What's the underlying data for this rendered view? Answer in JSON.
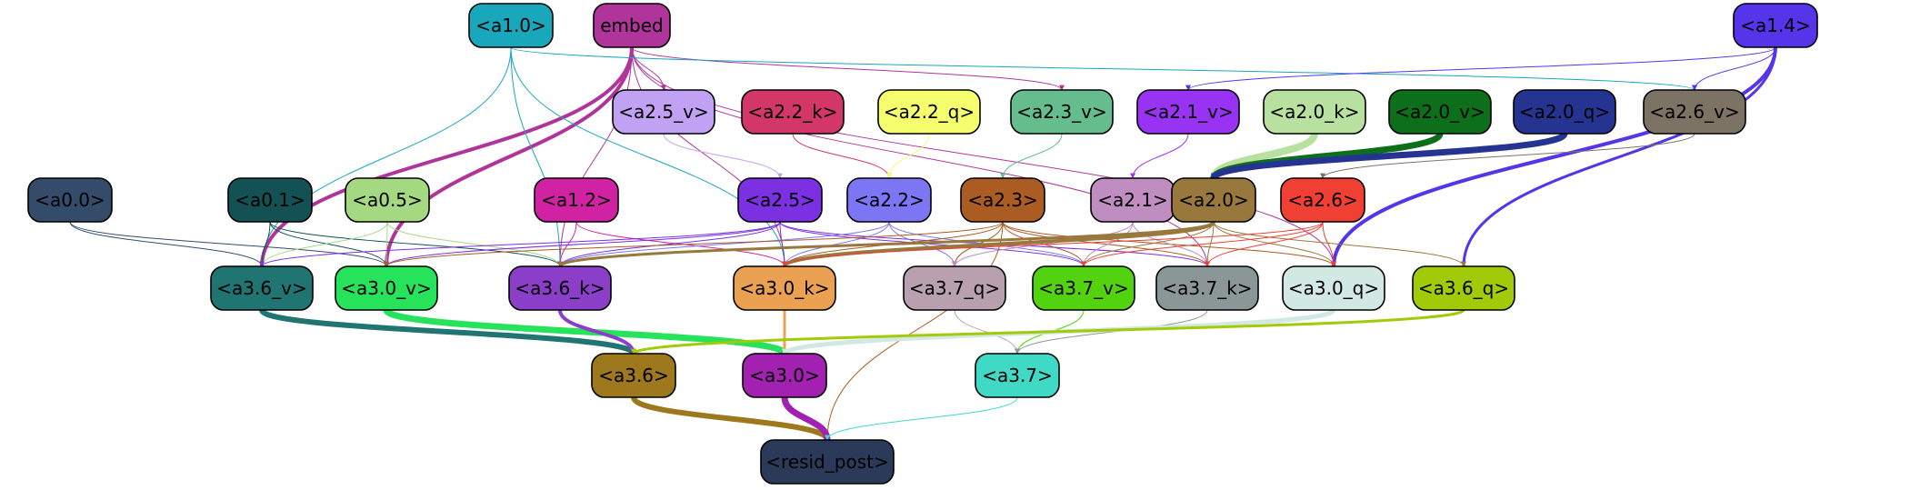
{
  "graph": {
    "nodes": [
      {
        "id": "a1_0",
        "label": "<a1.0>",
        "color": "#18a7bb",
        "text": "#000000"
      },
      {
        "id": "embed",
        "label": "embed",
        "color": "#b0359b",
        "text": "#000000"
      },
      {
        "id": "a1_4",
        "label": "<a1.4>",
        "color": "#5535e9",
        "text": "#000000"
      },
      {
        "id": "a2_5_v",
        "label": "<a2.5_v>",
        "color": "#c1a1f3",
        "text": "#000000"
      },
      {
        "id": "a2_2_k",
        "label": "<a2.2_k>",
        "color": "#d33767",
        "text": "#000000"
      },
      {
        "id": "a2_2_q",
        "label": "<a2.2_q>",
        "color": "#f5fe6c",
        "text": "#000000"
      },
      {
        "id": "a2_3_v",
        "label": "<a2.3_v>",
        "color": "#65bc8d",
        "text": "#000000"
      },
      {
        "id": "a2_1_v",
        "label": "<a2.1_v>",
        "color": "#9833f3",
        "text": "#000000"
      },
      {
        "id": "a2_0_k",
        "label": "<a2.0_k>",
        "color": "#b8e1a0",
        "text": "#000000"
      },
      {
        "id": "a2_0_v",
        "label": "<a2.0_v>",
        "color": "#0d6f1a",
        "text": "#000000"
      },
      {
        "id": "a2_0_q",
        "label": "<a2.0_q>",
        "color": "#263491",
        "text": "#000000"
      },
      {
        "id": "a2_6_v",
        "label": "<a2.6_v>",
        "color": "#7c7365",
        "text": "#000000"
      },
      {
        "id": "a0_0",
        "label": "<a0.0>",
        "color": "#344c69",
        "text": "#000000"
      },
      {
        "id": "a0_1",
        "label": "<a0.1>",
        "color": "#135155",
        "text": "#000000"
      },
      {
        "id": "a0_5",
        "label": "<a0.5>",
        "color": "#a4d982",
        "text": "#000000"
      },
      {
        "id": "a1_2",
        "label": "<a1.2>",
        "color": "#d222a4",
        "text": "#000000"
      },
      {
        "id": "a2_5",
        "label": "<a2.5>",
        "color": "#7b31e2",
        "text": "#000000"
      },
      {
        "id": "a2_2",
        "label": "<a2.2>",
        "color": "#7c76f4",
        "text": "#000000"
      },
      {
        "id": "a2_3",
        "label": "<a2.3>",
        "color": "#aa5c23",
        "text": "#000000"
      },
      {
        "id": "a2_1",
        "label": "<a2.1>",
        "color": "#bf8dbf",
        "text": "#000000"
      },
      {
        "id": "a2_0",
        "label": "<a2.0>",
        "color": "#98783c",
        "text": "#000000"
      },
      {
        "id": "a2_6",
        "label": "<a2.6>",
        "color": "#ef4033",
        "text": "#000000"
      },
      {
        "id": "a3_6_v",
        "label": "<a3.6_v>",
        "color": "#207472",
        "text": "#000000"
      },
      {
        "id": "a3_0_v",
        "label": "<a3.0_v>",
        "color": "#27e35b",
        "text": "#000000"
      },
      {
        "id": "a3_6_k",
        "label": "<a3.6_k>",
        "color": "#8b3ec8",
        "text": "#000000"
      },
      {
        "id": "a3_0_k",
        "label": "<a3.0_k>",
        "color": "#eba152",
        "text": "#000000"
      },
      {
        "id": "a3_7_q",
        "label": "<a3.7_q>",
        "color": "#b9a0ae",
        "text": "#000000"
      },
      {
        "id": "a3_7_v",
        "label": "<a3.7_v>",
        "color": "#53d310",
        "text": "#000000"
      },
      {
        "id": "a3_7_k",
        "label": "<a3.7_k>",
        "color": "#8b9696",
        "text": "#000000"
      },
      {
        "id": "a3_0_q",
        "label": "<a3.0_q>",
        "color": "#d2e8e2",
        "text": "#000000"
      },
      {
        "id": "a3_6_q",
        "label": "<a3.6_q>",
        "color": "#a1cb08",
        "text": "#000000"
      },
      {
        "id": "a3_6",
        "label": "<a3.6>",
        "color": "#9d781c",
        "text": "#000000"
      },
      {
        "id": "a3_0",
        "label": "<a3.0>",
        "color": "#a321b0",
        "text": "#000000"
      },
      {
        "id": "a3_7",
        "label": "<a3.7>",
        "color": "#3fd9c5",
        "text": "#000000"
      },
      {
        "id": "resid_post",
        "label": "<resid_post>",
        "color": "#2c3a59",
        "text": "#000000"
      }
    ],
    "edges": [
      {
        "from": "embed",
        "to": "a3_6_v",
        "color": "#b0359b",
        "weight": 4
      },
      {
        "from": "embed",
        "to": "a3_0_v",
        "color": "#b0359b",
        "weight": 4
      },
      {
        "from": "embed",
        "to": "a3_6_k",
        "color": "#b0359b",
        "weight": 1
      },
      {
        "from": "embed",
        "to": "a3_0_k",
        "color": "#b0359b",
        "weight": 1
      },
      {
        "from": "embed",
        "to": "a2_5_v",
        "color": "#b0359b",
        "weight": 1
      },
      {
        "from": "embed",
        "to": "a2_3_v",
        "color": "#b0359b",
        "weight": 1
      },
      {
        "from": "embed",
        "to": "a3_7_k",
        "color": "#b0359b",
        "weight": 1
      },
      {
        "from": "embed",
        "to": "a3_0_q",
        "color": "#b0359b",
        "weight": 1
      },
      {
        "from": "a1_0",
        "to": "a3_6_v",
        "color": "#18a7bb",
        "weight": 1
      },
      {
        "from": "a1_0",
        "to": "a3_6_k",
        "color": "#18a7bb",
        "weight": 1
      },
      {
        "from": "a1_0",
        "to": "a3_0_k",
        "color": "#18a7bb",
        "weight": 1
      },
      {
        "from": "a1_0",
        "to": "a2_6_v",
        "color": "#18a7bb",
        "weight": 1
      },
      {
        "from": "a1_4",
        "to": "a3_0_q",
        "color": "#5535e9",
        "weight": 4
      },
      {
        "from": "a1_4",
        "to": "a3_6_q",
        "color": "#5535e9",
        "weight": 3
      },
      {
        "from": "a1_4",
        "to": "a2_6_v",
        "color": "#5535e9",
        "weight": 1
      },
      {
        "from": "a1_4",
        "to": "a2_1_v",
        "color": "#5535e9",
        "weight": 1
      },
      {
        "from": "a2_5_v",
        "to": "a2_5",
        "color": "#c1a1f3",
        "weight": 1
      },
      {
        "from": "a2_2_k",
        "to": "a2_2",
        "color": "#d33767",
        "weight": 1
      },
      {
        "from": "a2_2_q",
        "to": "a2_2",
        "color": "#f5fe6c",
        "weight": 1
      },
      {
        "from": "a2_3_v",
        "to": "a2_3",
        "color": "#65bc8d",
        "weight": 1
      },
      {
        "from": "a2_1_v",
        "to": "a2_1",
        "color": "#9833f3",
        "weight": 1
      },
      {
        "from": "a2_0_k",
        "to": "a2_0",
        "color": "#b8e1a0",
        "weight": 8
      },
      {
        "from": "a2_0_v",
        "to": "a2_0",
        "color": "#0d6f1a",
        "weight": 7
      },
      {
        "from": "a2_0_q",
        "to": "a2_0",
        "color": "#263491",
        "weight": 7
      },
      {
        "from": "a2_6_v",
        "to": "a2_6",
        "color": "#7c7365",
        "weight": 1
      },
      {
        "from": "a0_0",
        "to": "a3_6_v",
        "color": "#344c69",
        "weight": 1
      },
      {
        "from": "a0_0",
        "to": "a3_0_v",
        "color": "#344c69",
        "weight": 1
      },
      {
        "from": "a0_1",
        "to": "a3_6_v",
        "color": "#135155",
        "weight": 1
      },
      {
        "from": "a0_1",
        "to": "a3_0_v",
        "color": "#135155",
        "weight": 1
      },
      {
        "from": "a0_1",
        "to": "a3_6_k",
        "color": "#135155",
        "weight": 1
      },
      {
        "from": "a0_5",
        "to": "a3_6_v",
        "color": "#a4d982",
        "weight": 1
      },
      {
        "from": "a0_5",
        "to": "a3_0_v",
        "color": "#a4d982",
        "weight": 1
      },
      {
        "from": "a0_5",
        "to": "a3_6_k",
        "color": "#a4d982",
        "weight": 1
      },
      {
        "from": "a1_2",
        "to": "a3_6_k",
        "color": "#d222a4",
        "weight": 1
      },
      {
        "from": "a1_2",
        "to": "a3_0_k",
        "color": "#d222a4",
        "weight": 1
      },
      {
        "from": "a2_5",
        "to": "a3_6_v",
        "color": "#7b31e2",
        "weight": 1
      },
      {
        "from": "a2_5",
        "to": "a3_0_v",
        "color": "#7b31e2",
        "weight": 1
      },
      {
        "from": "a2_5",
        "to": "a3_6_k",
        "color": "#7b31e2",
        "weight": 1
      },
      {
        "from": "a2_5",
        "to": "a3_0_k",
        "color": "#7b31e2",
        "weight": 1
      },
      {
        "from": "a2_5",
        "to": "a3_7_v",
        "color": "#7b31e2",
        "weight": 1
      },
      {
        "from": "a2_5",
        "to": "a3_7_k",
        "color": "#7b31e2",
        "weight": 1
      },
      {
        "from": "a2_2",
        "to": "a3_6_k",
        "color": "#7c76f4",
        "weight": 1
      },
      {
        "from": "a2_2",
        "to": "a3_0_k",
        "color": "#7c76f4",
        "weight": 1
      },
      {
        "from": "a2_2",
        "to": "a3_7_q",
        "color": "#7c76f4",
        "weight": 1
      },
      {
        "from": "a2_2",
        "to": "a3_7_v",
        "color": "#7c76f4",
        "weight": 1
      },
      {
        "from": "a2_3",
        "to": "a3_0_v",
        "color": "#aa5c23",
        "weight": 1
      },
      {
        "from": "a2_3",
        "to": "a3_0_k",
        "color": "#aa5c23",
        "weight": 1
      },
      {
        "from": "a2_3",
        "to": "a3_7_q",
        "color": "#aa5c23",
        "weight": 1
      },
      {
        "from": "a2_3",
        "to": "a3_7_v",
        "color": "#aa5c23",
        "weight": 1
      },
      {
        "from": "a2_3",
        "to": "a3_7_k",
        "color": "#aa5c23",
        "weight": 1
      },
      {
        "from": "a2_3",
        "to": "a3_0_q",
        "color": "#aa5c23",
        "weight": 1
      },
      {
        "from": "a2_3",
        "to": "resid_post",
        "color": "#aa5c23",
        "weight": 1
      },
      {
        "from": "a2_1",
        "to": "a3_7_q",
        "color": "#bf8dbf",
        "weight": 1
      },
      {
        "from": "a2_1",
        "to": "a3_7_v",
        "color": "#bf8dbf",
        "weight": 1
      },
      {
        "from": "a2_1",
        "to": "a3_7_k",
        "color": "#bf8dbf",
        "weight": 1
      },
      {
        "from": "a2_0",
        "to": "a3_6_k",
        "color": "#98783c",
        "weight": 3
      },
      {
        "from": "a2_0",
        "to": "a3_0_k",
        "color": "#98783c",
        "weight": 4
      },
      {
        "from": "a2_0",
        "to": "a3_7_v",
        "color": "#98783c",
        "weight": 1
      },
      {
        "from": "a2_0",
        "to": "a3_7_k",
        "color": "#98783c",
        "weight": 1
      },
      {
        "from": "a2_0",
        "to": "a3_0_q",
        "color": "#98783c",
        "weight": 1
      },
      {
        "from": "a2_0",
        "to": "a3_6_q",
        "color": "#98783c",
        "weight": 1
      },
      {
        "from": "a2_6",
        "to": "a3_0_k",
        "color": "#ef4033",
        "weight": 1
      },
      {
        "from": "a2_6",
        "to": "a3_7_v",
        "color": "#ef4033",
        "weight": 1
      },
      {
        "from": "a2_6",
        "to": "a3_7_k",
        "color": "#ef4033",
        "weight": 1
      },
      {
        "from": "a2_6",
        "to": "a3_0_q",
        "color": "#ef4033",
        "weight": 1
      },
      {
        "from": "a3_6_v",
        "to": "a3_6",
        "color": "#207472",
        "weight": 6
      },
      {
        "from": "a3_0_v",
        "to": "a3_0",
        "color": "#27e35b",
        "weight": 7
      },
      {
        "from": "a3_6_k",
        "to": "a3_6",
        "color": "#8b3ec8",
        "weight": 4
      },
      {
        "from": "a3_0_k",
        "to": "a3_0",
        "color": "#eba152",
        "weight": 3
      },
      {
        "from": "a3_7_q",
        "to": "a3_7",
        "color": "#b9a0ae",
        "weight": 1
      },
      {
        "from": "a3_7_v",
        "to": "a3_7",
        "color": "#53d310",
        "weight": 1
      },
      {
        "from": "a3_7_k",
        "to": "a3_7",
        "color": "#8b9696",
        "weight": 1
      },
      {
        "from": "a3_0_q",
        "to": "a3_0",
        "color": "#d2e8e2",
        "weight": 5
      },
      {
        "from": "a3_6_q",
        "to": "a3_6",
        "color": "#a1cb08",
        "weight": 3
      },
      {
        "from": "a3_6",
        "to": "resid_post",
        "color": "#9d781c",
        "weight": 6
      },
      {
        "from": "a3_0",
        "to": "resid_post",
        "color": "#a321b0",
        "weight": 7
      },
      {
        "from": "a3_7",
        "to": "resid_post",
        "color": "#3fd9c5",
        "weight": 1
      }
    ]
  }
}
